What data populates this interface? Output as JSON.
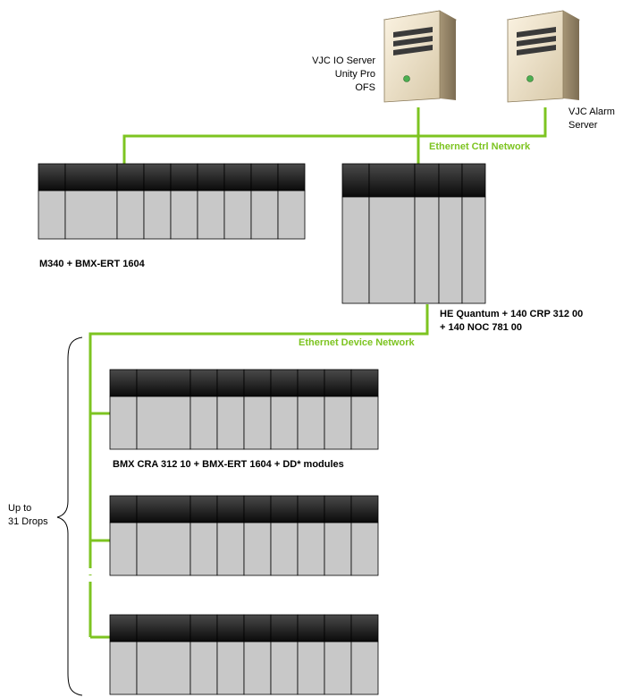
{
  "servers": {
    "io_server": {
      "lines": [
        "VJC IO Server",
        "Unity Pro",
        "OFS"
      ]
    },
    "alarm_server": {
      "lines": [
        "VJC Alarm",
        "Server"
      ]
    }
  },
  "networks": {
    "ctrl": "Ethernet Ctrl Network",
    "device": "Ethernet Device Network"
  },
  "plcs": {
    "m340": "M340 + BMX-ERT 1604",
    "quantum": {
      "lines": [
        "HE Quantum + 140 CRP 312 00",
        "+ 140 NOC 781 00"
      ]
    },
    "drop": "BMX CRA 312 10 + BMX-ERT 1604 + DD* modules"
  },
  "drops": {
    "lines": [
      "Up to",
      "31 Drops"
    ]
  },
  "colors": {
    "network": "#7dc421",
    "module_top": "#1a1a1a",
    "module_body": "#c8c8c8"
  }
}
